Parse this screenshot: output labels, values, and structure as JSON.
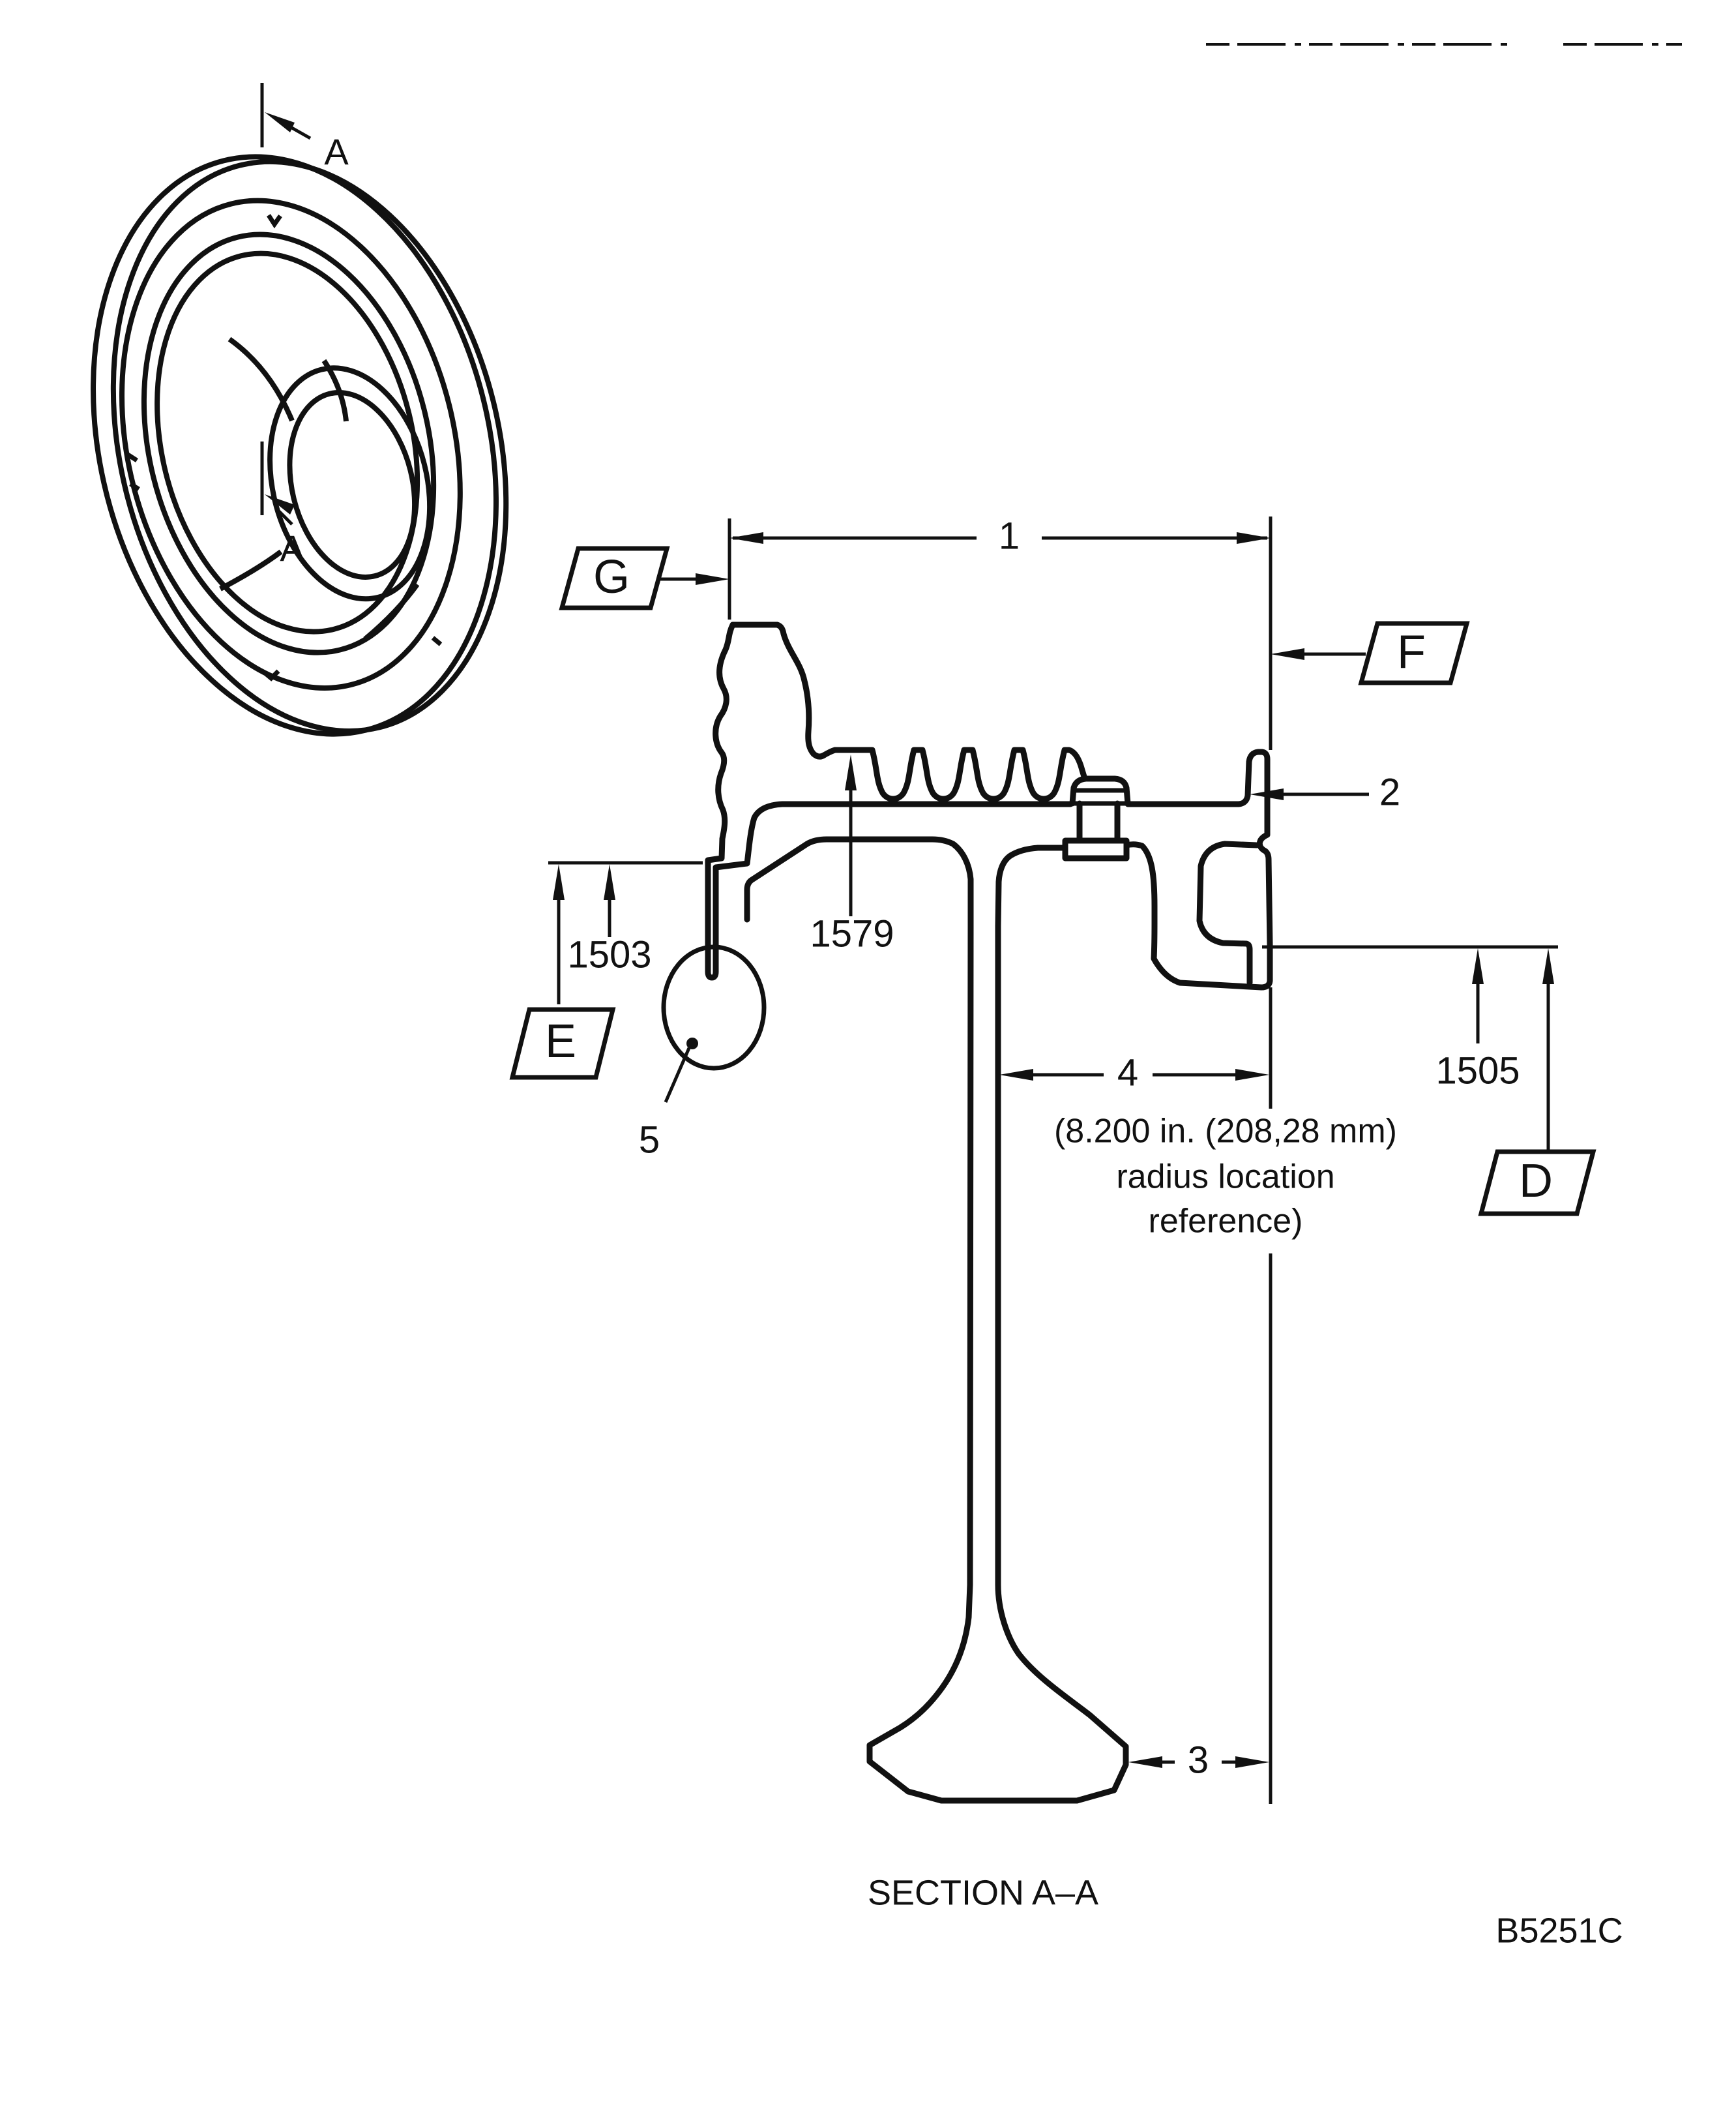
{
  "figure": {
    "section_arrow_top_label": "A",
    "section_arrow_inner_label": "A",
    "dim1": "1",
    "dim2": "2",
    "dim3": "3",
    "dim4": "4",
    "dim5": "5",
    "ref_1503": "1503",
    "ref_1579": "1579",
    "ref_1505": "1505",
    "datum_g": "G",
    "datum_f": "F",
    "datum_e": "E",
    "datum_d": "D",
    "note_line1": "(8.200 in. (208,28 mm)",
    "note_line2": "radius location",
    "note_line3": "reference)",
    "section_title": "SECTION A–A",
    "figure_number": "B5251C"
  },
  "colors": {
    "ink": "#111111",
    "paper": "#ffffff"
  }
}
